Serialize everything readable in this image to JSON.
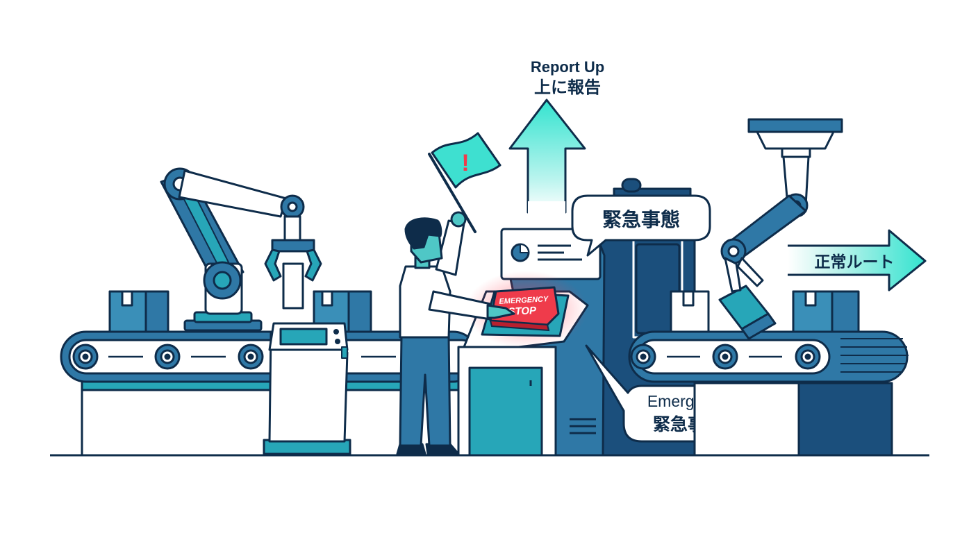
{
  "labels": {
    "report_up_en": "Report Up",
    "report_up_jp": "上に報告",
    "speech_top": "緊急事態",
    "speech_bottom_en": "Emergency",
    "speech_bottom_jp": "緊急事態",
    "normal_route": "正常ルート",
    "button_top": "EMERGENCY",
    "button_bottom": "STOP",
    "flag_mark": "!"
  },
  "colors": {
    "outline": "#0e2c4a",
    "navy": "#1b4f7c",
    "steel": "#2f78a6",
    "teal": "#27a6b8",
    "teal_light": "#7fd8dc",
    "aqua": "#3ee0d0",
    "alert_red": "#ef3b4b",
    "skin": "#4fc7c6"
  },
  "icons": [
    "conveyor-belt",
    "robot-arm",
    "cardboard-box",
    "control-kiosk",
    "worker",
    "warning-flag",
    "emergency-stop-button",
    "ceiling-robot-arm",
    "up-arrow",
    "right-arrow"
  ]
}
